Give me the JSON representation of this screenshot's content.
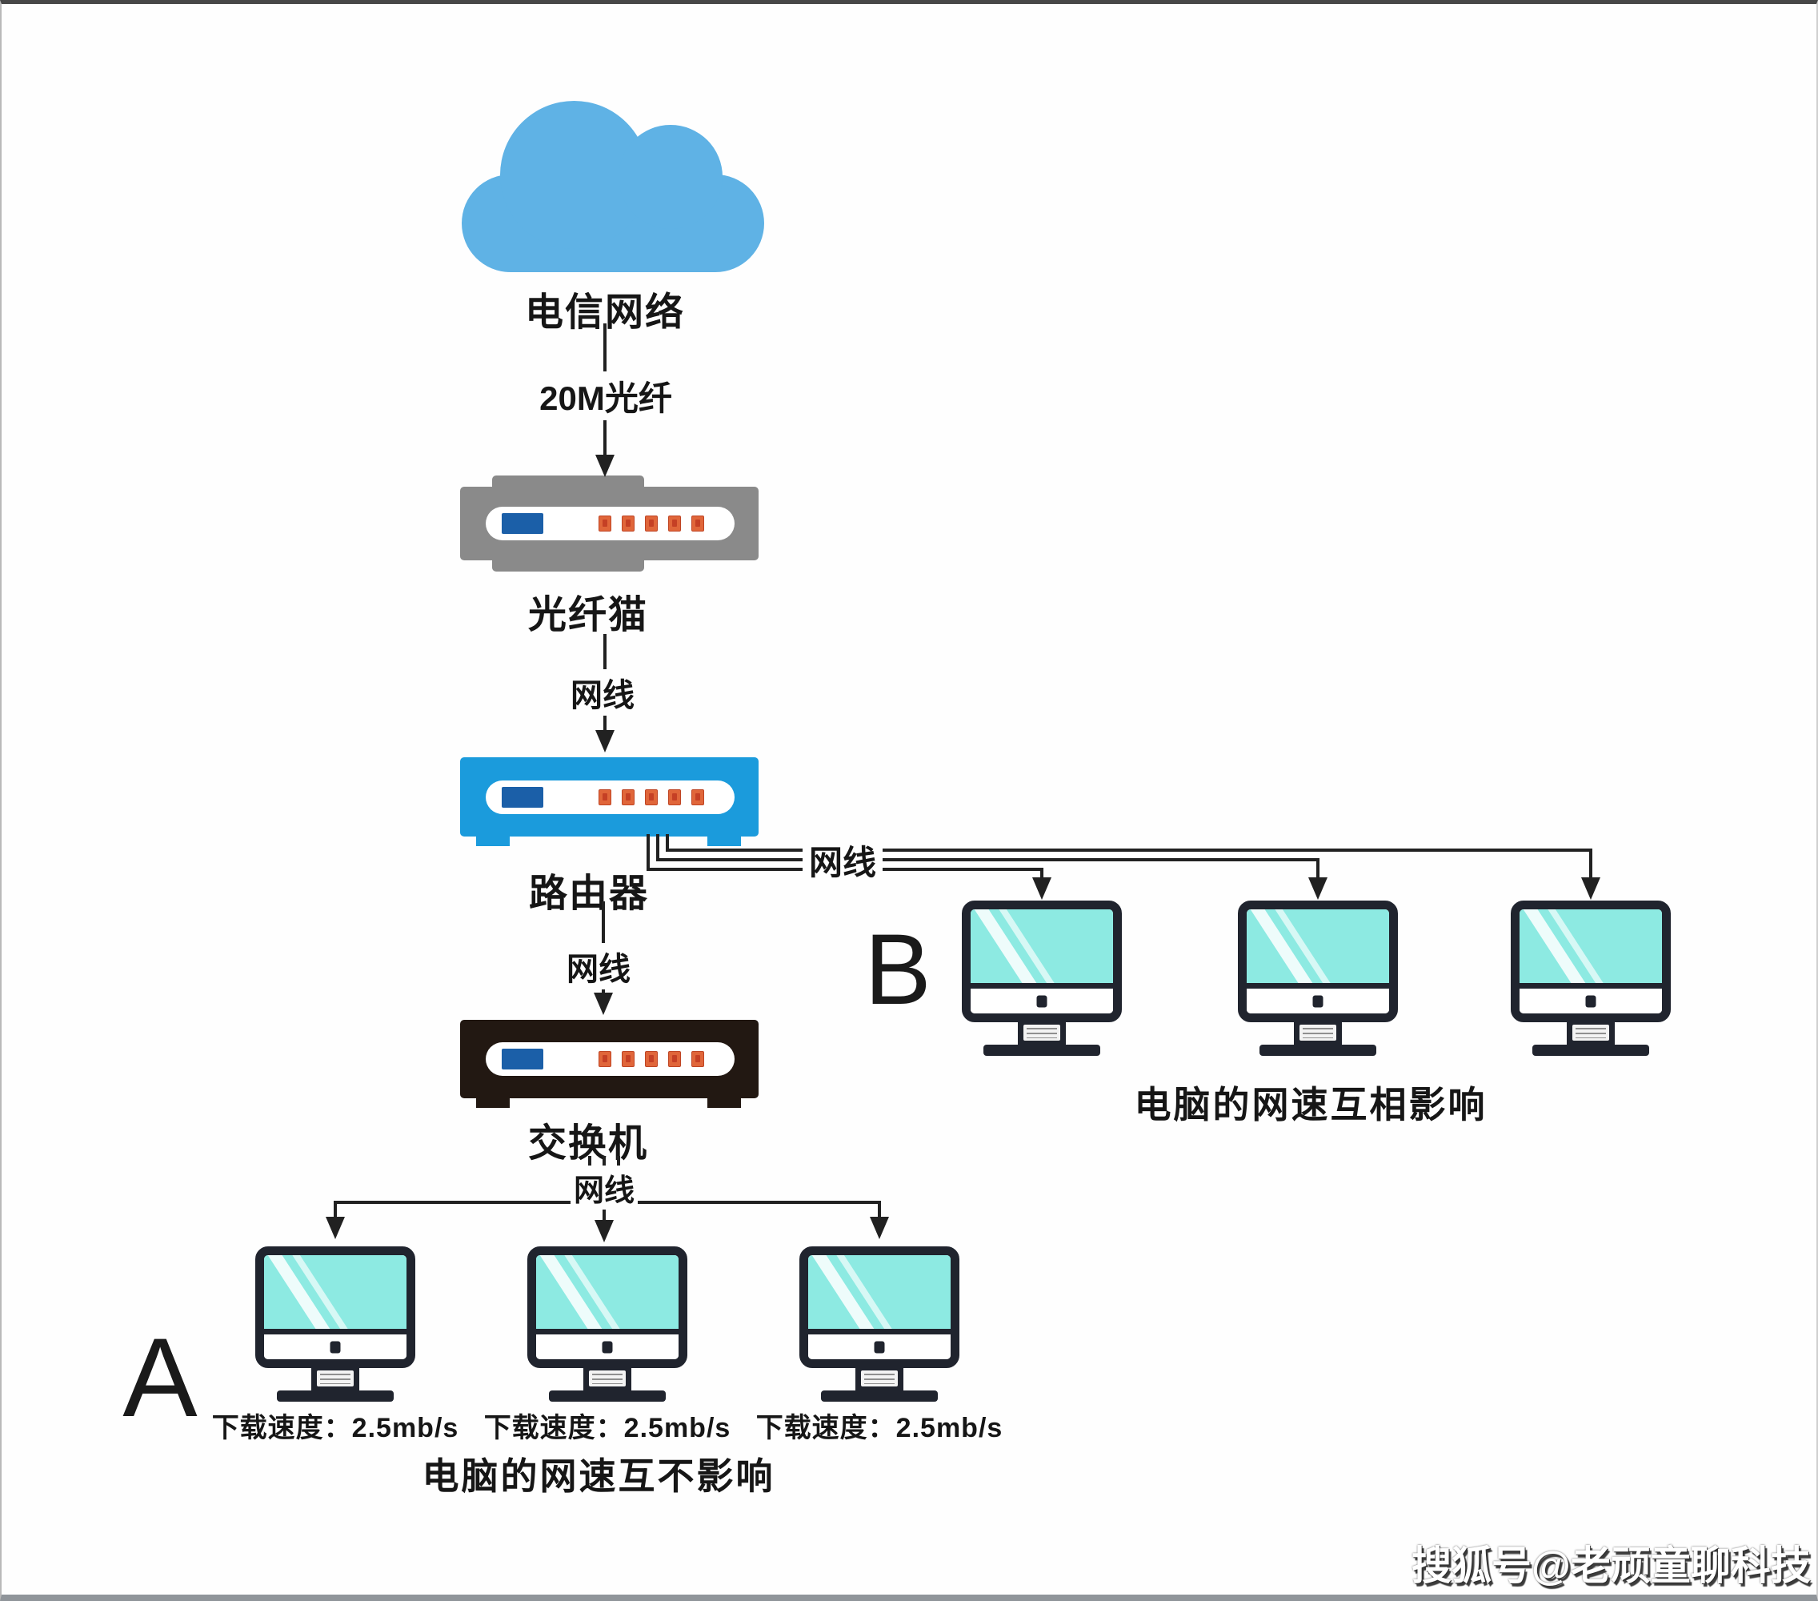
{
  "colors": {
    "cloud": "#5fb2e5",
    "modem_body": "#8a8a8a",
    "router_body": "#1b9bdc",
    "switch_body": "#221812",
    "panel": "#ffffff",
    "panel_display": "#1b5fa8",
    "led": "#e0663a",
    "cable": "#212121",
    "screen": "#8deae2",
    "monitor_frame": "#20242e",
    "text": "#161616"
  },
  "nodes": {
    "cloud": {
      "label": "电信网络"
    },
    "modem": {
      "label": "光纤猫"
    },
    "router": {
      "label": "路由器"
    },
    "switch": {
      "label": "交换机"
    }
  },
  "cables": {
    "cloud_to_modem": "20M光纤",
    "modem_to_router": "网线",
    "router_to_switch": "网线",
    "router_to_group_b": "网线",
    "switch_to_group_a": "网线"
  },
  "group_a": {
    "letter": "A",
    "caption": "电脑的网速互不影响",
    "computers": [
      {
        "speed": "下载速度：2.5mb/s"
      },
      {
        "speed": "下载速度：2.5mb/s"
      },
      {
        "speed": "下载速度：2.5mb/s"
      }
    ]
  },
  "group_b": {
    "letter": "B",
    "caption": "电脑的网速互相影响"
  },
  "watermark": "搜狐号@老顽童聊科技"
}
